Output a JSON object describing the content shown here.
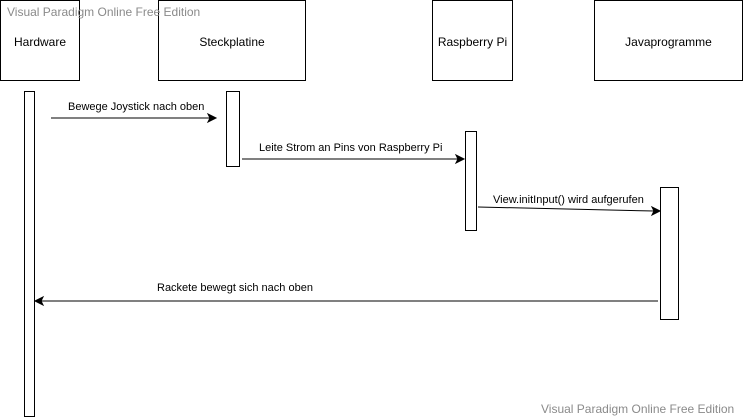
{
  "watermark": {
    "top": "Visual Paradigm Online Free Edition",
    "bottom": "Visual Paradigm Online Free Edition"
  },
  "participants": [
    {
      "label": "Hardware"
    },
    {
      "label": "Steckplatine"
    },
    {
      "label": "Raspberry Pi"
    },
    {
      "label": "Javaprogramme"
    }
  ],
  "messages": [
    {
      "label": "Bewege Joystick nach oben"
    },
    {
      "label": "Leite Strom an Pins von Raspberry Pi"
    },
    {
      "label": "View.initInput() wird aufgerufen"
    },
    {
      "label": "Rackete bewegt sich nach oben"
    }
  ],
  "colors": {
    "line": "#000000",
    "watermark": "#8a8a8a",
    "background": "#ffffff"
  }
}
